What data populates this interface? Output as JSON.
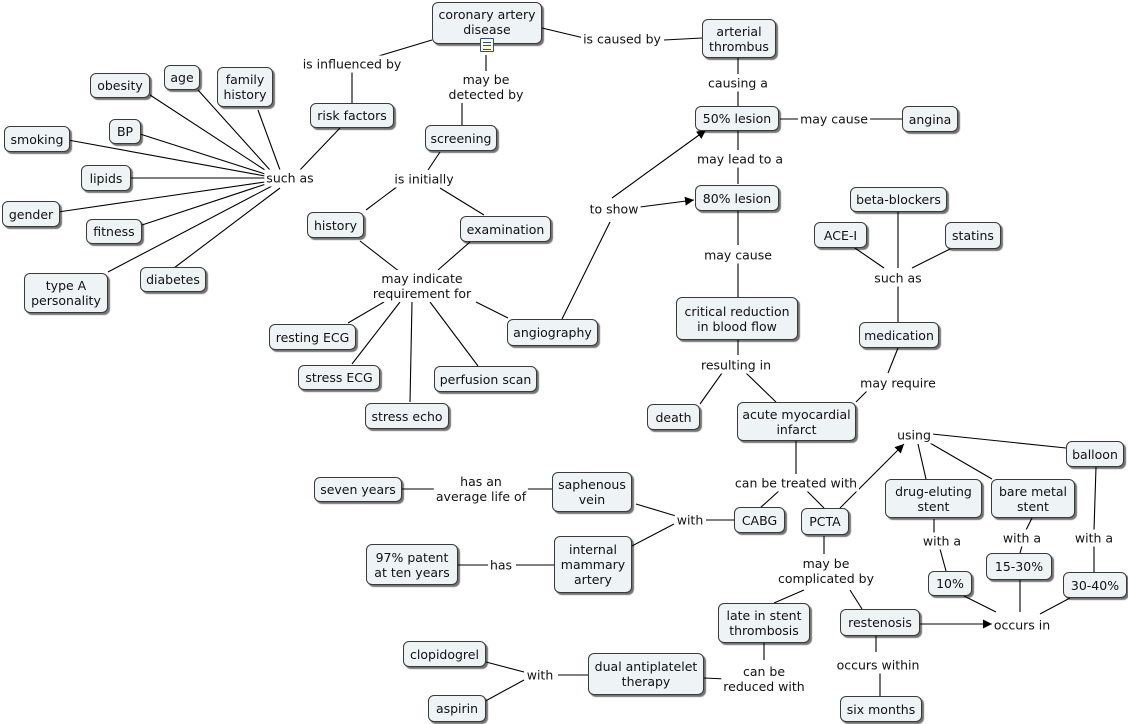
{
  "nodes": {
    "cad": "coronary artery\ndisease",
    "risk_factors": "risk factors",
    "obesity": "obesity",
    "age": "age",
    "family_history": "family\nhistory",
    "smoking": "smoking",
    "bp": "BP",
    "lipids": "lipids",
    "gender": "gender",
    "fitness": "fitness",
    "type_a": "type A\npersonality",
    "diabetes": "diabetes",
    "screening": "screening",
    "history": "history",
    "examination": "examination",
    "resting_ecg": "resting ECG",
    "stress_ecg": "stress ECG",
    "stress_echo": "stress echo",
    "perfusion_scan": "perfusion scan",
    "angiography": "angiography",
    "arterial_thrombus": "arterial\nthrombus",
    "lesion50": "50% lesion",
    "angina": "angina",
    "lesion80": "80% lesion",
    "critical_reduction": "critical reduction\nin blood flow",
    "death": "death",
    "ami": "acute myocardial\ninfarct",
    "beta_blockers": "beta-blockers",
    "ace_i": "ACE-I",
    "statins": "statins",
    "medication": "medication",
    "seven_years": "seven years",
    "saphenous_vein": "saphenous\nvein",
    "cabg": "CABG",
    "pcta": "PCTA",
    "patent": "97% patent\nat ten years",
    "ima": "internal\nmammary\nartery",
    "drug_eluting": "drug-eluting\nstent",
    "bare_metal": "bare metal\nstent",
    "balloon": "balloon",
    "pct10": "10%",
    "pct15_30": "15-30%",
    "pct30_40": "30-40%",
    "late_thrombosis": "late in stent\nthrombosis",
    "restenosis": "restenosis",
    "six_months": "six months",
    "clopidogrel": "clopidogrel",
    "aspirin": "aspirin",
    "dual_antiplatelet": "dual antiplatelet\ntherapy"
  },
  "links": {
    "is_influenced_by": "is influenced by",
    "such_as_risk": "such as",
    "may_be_detected_by": "may be\ndetected by",
    "is_initially": "is initially",
    "may_indicate": "may indicate\nrequirement for",
    "is_caused_by": "is caused by",
    "causing_a": "causing a",
    "may_cause_angina": "may cause",
    "may_lead_to_a": "may lead to a",
    "to_show": "to show",
    "may_cause_critical": "may cause",
    "resulting_in": "resulting in",
    "such_as_med": "such as",
    "may_require": "may require",
    "can_be_treated_with": "can be treated with",
    "with_cabg": "with",
    "has_average_life": "has an\naverage life of",
    "has": "has",
    "using": "using",
    "with_a_10": "with a",
    "with_a_15": "with a",
    "with_a_30": "with a",
    "occurs_in": "occurs in",
    "may_be_complicated_by": "may be\ncomplicated by",
    "occurs_within": "occurs within",
    "can_be_reduced_with": "can be\nreduced with",
    "with_antiplatelet": "with"
  },
  "icons": {
    "cad_attachment": "document-icon"
  }
}
